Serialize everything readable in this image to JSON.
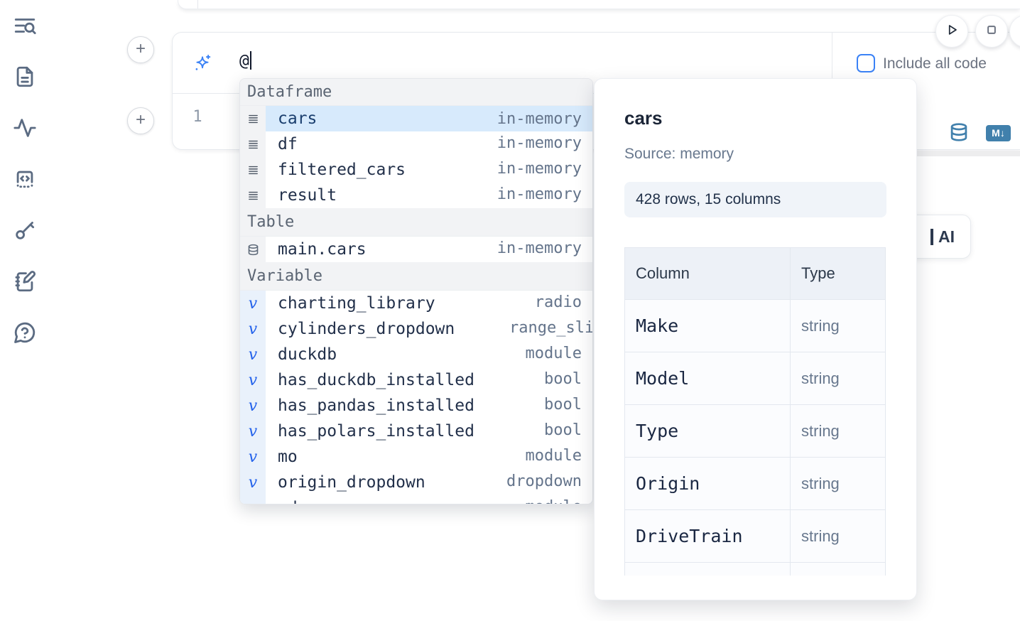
{
  "colors": {
    "accent_blue": "#3b82f6",
    "steel_blue": "#4180ac",
    "selection_blue": "#d7eafc",
    "item_name_text": "#22304a",
    "muted_text": "#64748b"
  },
  "sidebar": {
    "items": [
      {
        "icon": "toc-search-icon"
      },
      {
        "icon": "file-icon"
      },
      {
        "icon": "activity-icon"
      },
      {
        "icon": "snippets-icon"
      },
      {
        "icon": "key-icon"
      },
      {
        "icon": "scratchpad-icon"
      },
      {
        "icon": "help-icon"
      }
    ]
  },
  "toolbar": {
    "include_all_code_label": "Include all code"
  },
  "cell": {
    "ai_prompt_value": "@",
    "line_number": "1",
    "markdown_icon_label": "M↓"
  },
  "ai_button": {
    "label": "AI"
  },
  "autocomplete": {
    "sections": [
      {
        "label": "Dataframe",
        "icon": "rows",
        "items": [
          {
            "name": "cars",
            "type": "in-memory",
            "selected": true
          },
          {
            "name": "df",
            "type": "in-memory"
          },
          {
            "name": "filtered_cars",
            "type": "in-memory"
          },
          {
            "name": "result",
            "type": "in-memory"
          }
        ]
      },
      {
        "label": "Table",
        "icon": "database",
        "items": [
          {
            "name": "main.cars",
            "type": "in-memory"
          }
        ]
      },
      {
        "label": "Variable",
        "icon": "variable",
        "items": [
          {
            "name": "charting_library",
            "type": "radio"
          },
          {
            "name": "cylinders_dropdown",
            "type": "range_slider",
            "clip": true
          },
          {
            "name": "duckdb",
            "type": "module"
          },
          {
            "name": "has_duckdb_installed",
            "type": "bool"
          },
          {
            "name": "has_pandas_installed",
            "type": "bool"
          },
          {
            "name": "has_polars_installed",
            "type": "bool"
          },
          {
            "name": "mo",
            "type": "module"
          },
          {
            "name": "origin_dropdown",
            "type": "dropdown"
          },
          {
            "name": "pd",
            "type": "module"
          }
        ]
      }
    ]
  },
  "preview": {
    "title": "cars",
    "source": "Source: memory",
    "shape": "428 rows, 15 columns",
    "table": {
      "headers": [
        "Column",
        "Type"
      ],
      "rows": [
        {
          "column": "Make",
          "type": "string"
        },
        {
          "column": "Model",
          "type": "string"
        },
        {
          "column": "Type",
          "type": "string"
        },
        {
          "column": "Origin",
          "type": "string"
        },
        {
          "column": "DriveTrain",
          "type": "string"
        }
      ],
      "has_partial_row": true
    }
  }
}
